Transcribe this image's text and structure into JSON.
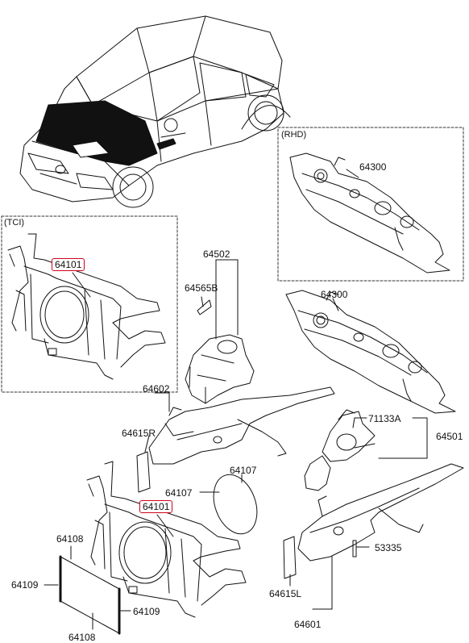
{
  "sections": {
    "tci_label": "(TCI)",
    "rhd_label": "(RHD)"
  },
  "parts": {
    "p64101_tci": "64101",
    "p64502": "64502",
    "p64565B": "64565B",
    "p64300_rhd": "64300",
    "p64300": "64300",
    "p64602": "64602",
    "p64615R": "64615R",
    "p71133A": "71133A",
    "p64501": "64501",
    "p64107_a": "64107",
    "p64107_b": "64107",
    "p64101": "64101",
    "p64108_top": "64108",
    "p64109_left": "64109",
    "p64109_right": "64109",
    "p64108_bottom": "64108",
    "p53335": "53335",
    "p64615L": "64615L",
    "p64601": "64601"
  },
  "colors": {
    "highlight": "#d0021b",
    "line": "#111111",
    "dashed_box": "#333333"
  }
}
